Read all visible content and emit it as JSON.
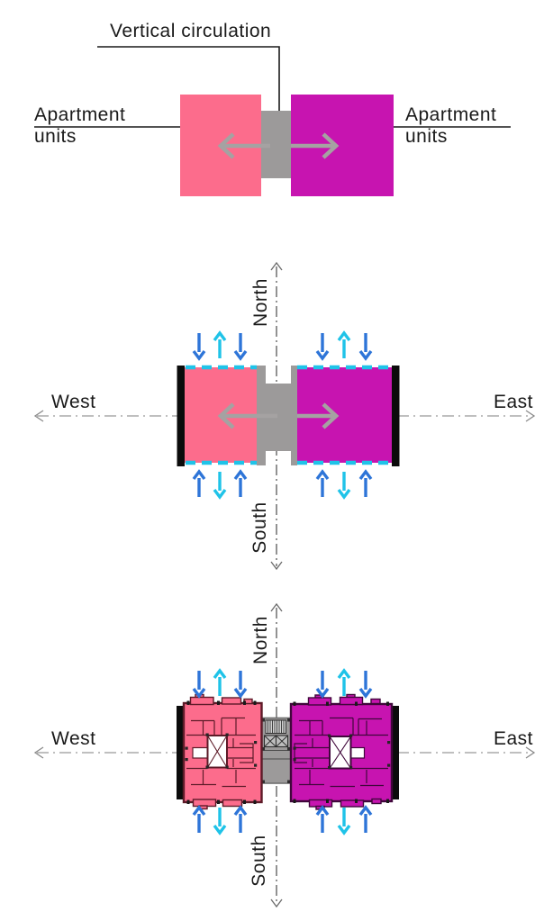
{
  "diagram": {
    "top": {
      "vertical_circulation": "Vertical circulation",
      "left_label_line1": "Apartment",
      "left_label_line2": "units",
      "right_label_line1": "Apartment",
      "right_label_line2": "units"
    },
    "middle": {
      "north": "North",
      "south": "South",
      "west": "West",
      "east": "East"
    },
    "bottom": {
      "north": "North",
      "south": "South",
      "west": "West",
      "east": "East"
    }
  },
  "colors": {
    "pink_unit": "#FC6C8C",
    "magenta_unit": "#C714B0",
    "core_gray": "#9C9A9A",
    "flow_arrow_gray": "#A5A2A2",
    "ventilation_blue": "#2E75D8",
    "ventilation_cyan": "#1FC3E8",
    "facade_black": "#0B0B0B",
    "axis_gray": "#999999",
    "text_dark": "#1A1A1A",
    "pink_plan_outline": "#5D1B28",
    "magenta_plan_outline": "#40073B"
  }
}
